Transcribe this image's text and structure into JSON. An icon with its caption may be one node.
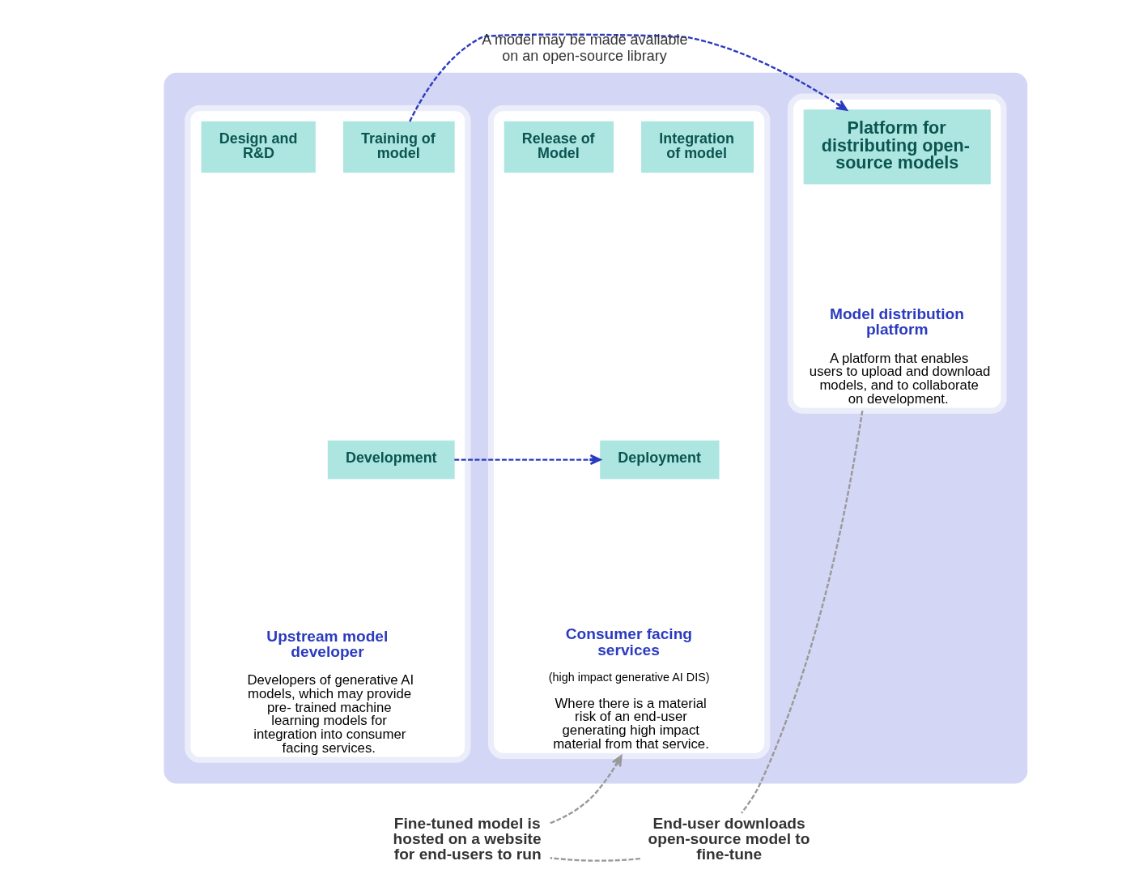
{
  "diagram": {
    "nodes": [
      {
        "text": [],
        "shape": "box"
      },
      {
        "text": [
          "Upstream model developer",
          "Developers of generative AI models, which may provide pre- trained machine learning models for integration into consumer facing services."
        ],
        "in": 0
      },
      {
        "text": [
          "Design and R&D"
        ],
        "in": 1
      },
      {
        "text": [
          "Training of model"
        ],
        "in": 1
      },
      {
        "text": [
          "Development"
        ],
        "in": 1
      },
      {
        "text": [
          "Consumer facing services",
          "(high impact generative AI DIS)",
          "Where there is a material risk of an end-user generating high impact material from that service."
        ],
        "in": 0
      },
      {
        "text": [
          "Release of Model"
        ],
        "in": 5
      },
      {
        "text": [
          "Integration of model"
        ],
        "in": 5
      },
      {
        "text": [
          "Deployment"
        ],
        "in": 5
      },
      {
        "text": [
          "Model distribution platform",
          "A platform that enables users to upload and download models, and to collaborate on development."
        ],
        "in": 0
      },
      {
        "text": [
          "Platform for distributing open-source models"
        ],
        "in": 9
      },
      {
        "text": [
          "Fine-tuned model is hosted on a website for end-users to run"
        ]
      },
      {
        "text": [
          "End-user downloads open-source model to fine-tune"
        ]
      }
    ],
    "edges": [
      {
        "from": 3,
        "to": 10,
        "arrow": "to",
        "style": "dashed",
        "color": "#2b3bbf",
        "label": "A model may be made available on an open-source library"
      },
      {
        "from": 4,
        "to": 8,
        "arrow": "to",
        "style": "dashed",
        "color": "#2b3bbf"
      },
      {
        "from": 9,
        "to": 12,
        "arrow": "none",
        "style": "dashed",
        "color": "#999999"
      },
      {
        "from": 12,
        "to": 11,
        "arrow": "none",
        "style": "dashed",
        "color": "#999999"
      },
      {
        "from": 11,
        "to": 5,
        "arrow": "to",
        "style": "dashed",
        "color": "#999999"
      }
    ]
  }
}
